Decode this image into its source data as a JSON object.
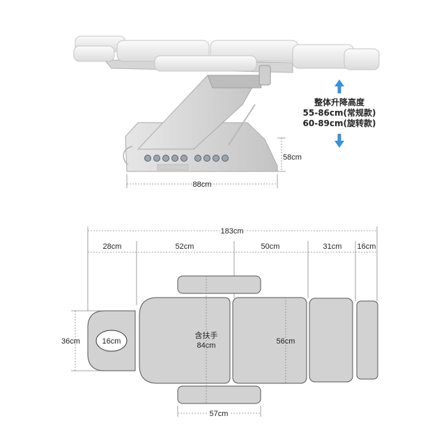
{
  "side_view": {
    "height_title": "整体升降高度",
    "height_regular": "55-86cm(常规款)",
    "height_rotary": "60-89cm(旋转款)",
    "base_height": "58cm",
    "base_length": "88cm"
  },
  "top_view": {
    "total_length": "183cm",
    "seg_head": "28cm",
    "seg_back": "52cm",
    "seg_seat": "50cm",
    "seg_leg": "31cm",
    "seg_foot": "16cm",
    "head_height": "36cm",
    "face_hole": "16cm",
    "armrest_label": "含扶手",
    "armrest_width": "84cm",
    "seat_width": "56cm",
    "arm_length": "57cm"
  },
  "colors": {
    "cushion": "#d2d2d2",
    "outline": "#555555",
    "arrow": "#3f8fd2",
    "dim_line": "#888888"
  }
}
